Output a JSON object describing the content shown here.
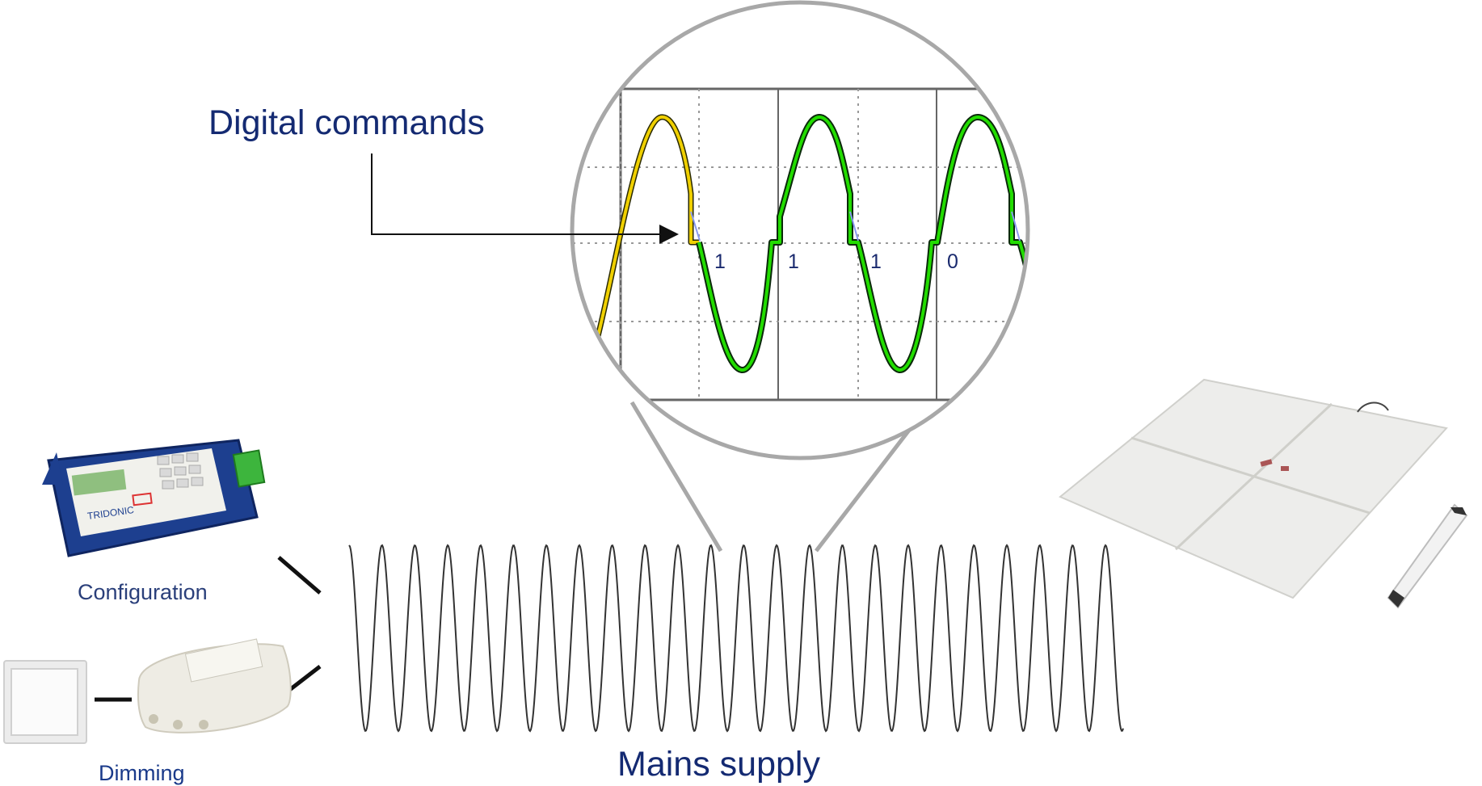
{
  "labels": {
    "digital_commands": "Digital commands",
    "mains_supply": "Mains supply",
    "configuration": "Configuration",
    "dimming": "Dimming"
  },
  "bits": [
    "1",
    "1",
    "1",
    "0"
  ],
  "device_text": {
    "programmer_brand": "TRIDONIC"
  },
  "colors": {
    "label": "#142a72",
    "waveform_highlight": "#f0d000",
    "waveform_signal": "#22cc00",
    "mains_wave": "#333333",
    "magnifier": "#a8a8a8"
  },
  "icons": {
    "programmer": "configuration-device-icon",
    "dimmer": "dimming-controller-icon",
    "switch": "wall-switch-icon",
    "panel": "led-panel-icon",
    "driver": "led-driver-icon"
  }
}
